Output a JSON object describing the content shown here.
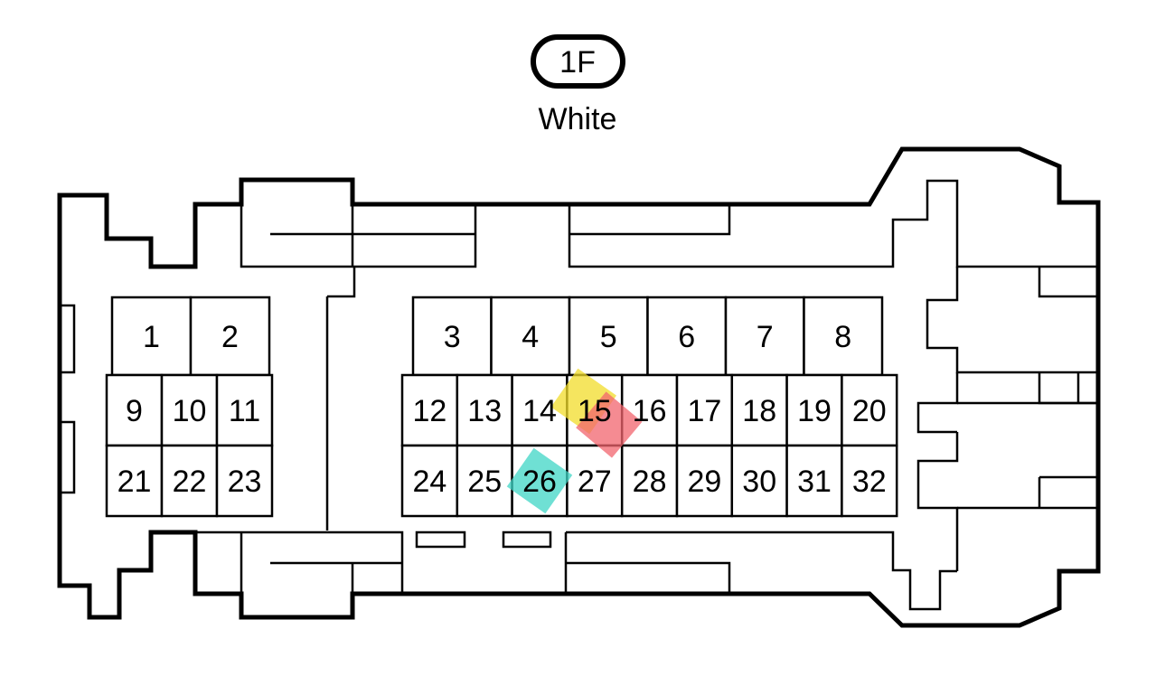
{
  "connector": {
    "code": "1F",
    "color_label": "White"
  },
  "pins": {
    "top_left": [
      "1",
      "2"
    ],
    "top_right": [
      "3",
      "4",
      "5",
      "6",
      "7",
      "8"
    ],
    "mid_left": [
      "9",
      "10",
      "11"
    ],
    "mid_right": [
      "12",
      "13",
      "14",
      "15",
      "16",
      "17",
      "18",
      "19",
      "20"
    ],
    "bottom_left": [
      "21",
      "22",
      "23"
    ],
    "bottom_right": [
      "24",
      "25",
      "26",
      "27",
      "28",
      "29",
      "30",
      "31",
      "32"
    ]
  },
  "highlights": [
    {
      "pin": "15",
      "color": "#f2dc2a"
    },
    {
      "pin": "15",
      "color": "#f2646e"
    },
    {
      "pin": "26",
      "color": "#3fd6c6"
    }
  ]
}
